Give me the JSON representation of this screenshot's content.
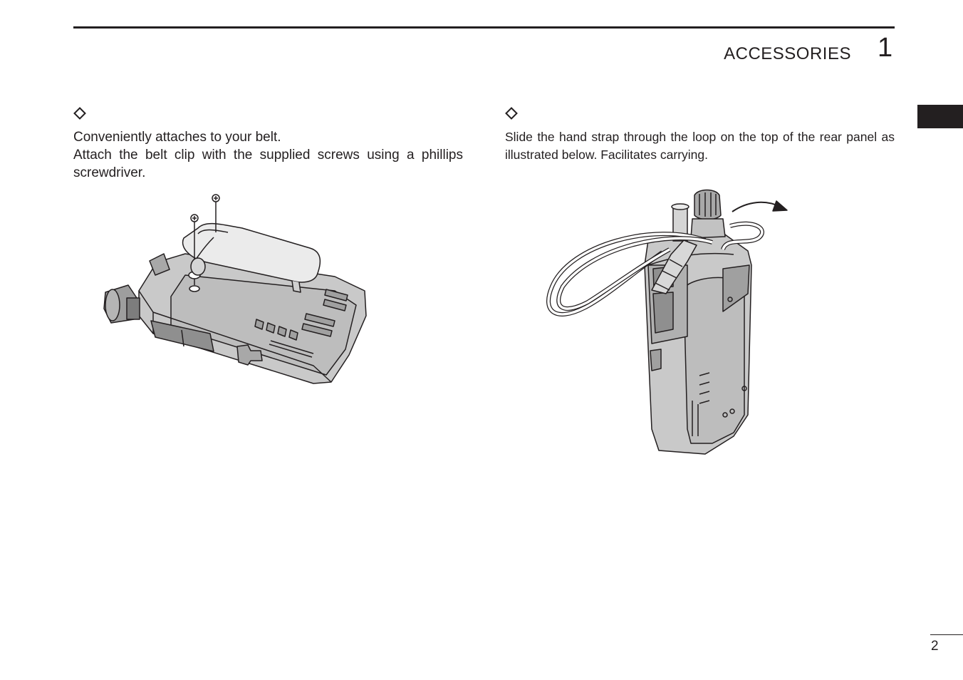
{
  "header": {
    "title": "ACCESSORIES",
    "chapter_number": "1"
  },
  "left_section": {
    "bullet_icon": "diamond-outline-icon",
    "line1": "Conveniently attaches to your belt.",
    "line2": "Attach the belt clip with the supplied screws using a phillips screwdriver.",
    "illustration": "belt-clip-attachment-illustration"
  },
  "right_section": {
    "bullet_icon": "diamond-outline-icon",
    "line1": "Slide the hand strap through the loop on the top of the rear panel as illustrated below. Facilitates carrying.",
    "illustration": "hand-strap-illustration"
  },
  "footer": {
    "page_number": "2"
  }
}
